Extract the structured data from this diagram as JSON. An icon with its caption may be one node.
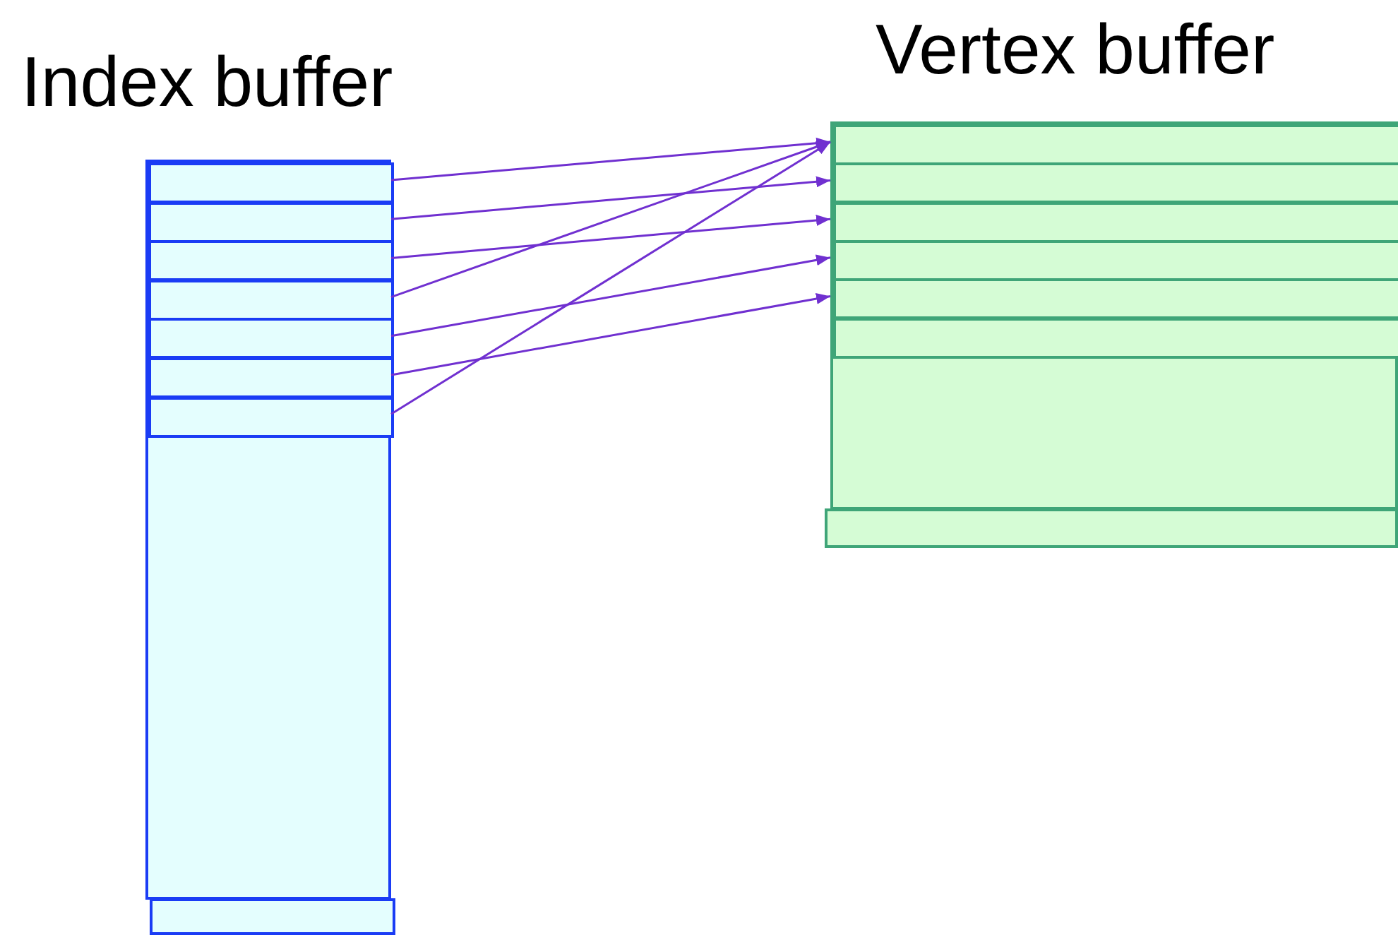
{
  "diagram": {
    "nodes": [
      {
        "text": [
          "Index buffer"
        ]
      },
      {
        "text": [],
        "shape": "box",
        "in": 0
      },
      {
        "text": [],
        "shape": "box",
        "in": 0
      },
      {
        "text": [],
        "shape": "box",
        "in": 0
      },
      {
        "text": [],
        "shape": "box",
        "in": 0
      },
      {
        "text": [],
        "shape": "box",
        "in": 0
      },
      {
        "text": [],
        "shape": "box",
        "in": 0
      },
      {
        "text": [],
        "shape": "box",
        "in": 0
      },
      {
        "text": [],
        "shape": "box"
      },
      {
        "text": [
          "Vertex buffer"
        ]
      },
      {
        "text": [],
        "shape": "box",
        "in": 9
      },
      {
        "text": [],
        "shape": "box",
        "in": 9
      },
      {
        "text": [],
        "shape": "box",
        "in": 9
      },
      {
        "text": [],
        "shape": "box",
        "in": 9
      },
      {
        "text": [],
        "shape": "box",
        "in": 9
      },
      {
        "text": [],
        "shape": "box",
        "in": 9
      },
      {
        "text": [],
        "shape": "box"
      }
    ],
    "edges": [
      {
        "from": 1,
        "to": 10,
        "arrow": "to"
      },
      {
        "from": 2,
        "to": 11,
        "arrow": "to"
      },
      {
        "from": 3,
        "to": 12,
        "arrow": "to"
      },
      {
        "from": 4,
        "to": 10,
        "arrow": "to"
      },
      {
        "from": 5,
        "to": 13,
        "arrow": "to"
      },
      {
        "from": 6,
        "to": 14,
        "arrow": "to"
      },
      {
        "from": 7,
        "to": 10,
        "arrow": "to"
      }
    ]
  }
}
